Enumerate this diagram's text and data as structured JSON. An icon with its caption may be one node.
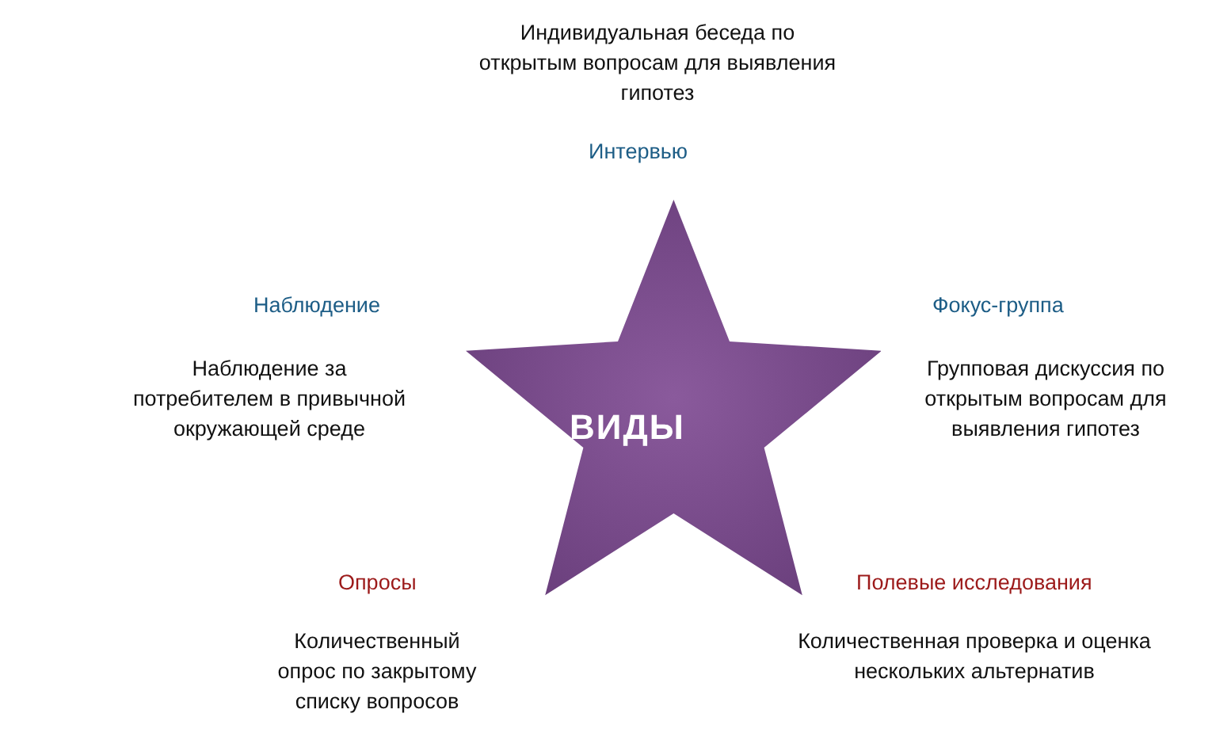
{
  "diagram": {
    "nodes": [
      {
        "text": [
          "ВИДЫ"
        ]
      }
    ],
    "edges": [],
    "labels": [
      "Индивидуальная беседа по открытым вопросам для выявления гипотез",
      "Интервью",
      "Наблюдение",
      "Фокус-группа",
      "Наблюдение за потребителем в привычной окружающей среде",
      "Групповая дискуссия по открытым вопросам для выявления гипотез",
      "Опросы",
      "Полевые исследования",
      "Количественный опрос по закрытому списку вопросов",
      "Количественная проверка и оценка нескольких альтернатив"
    ]
  }
}
